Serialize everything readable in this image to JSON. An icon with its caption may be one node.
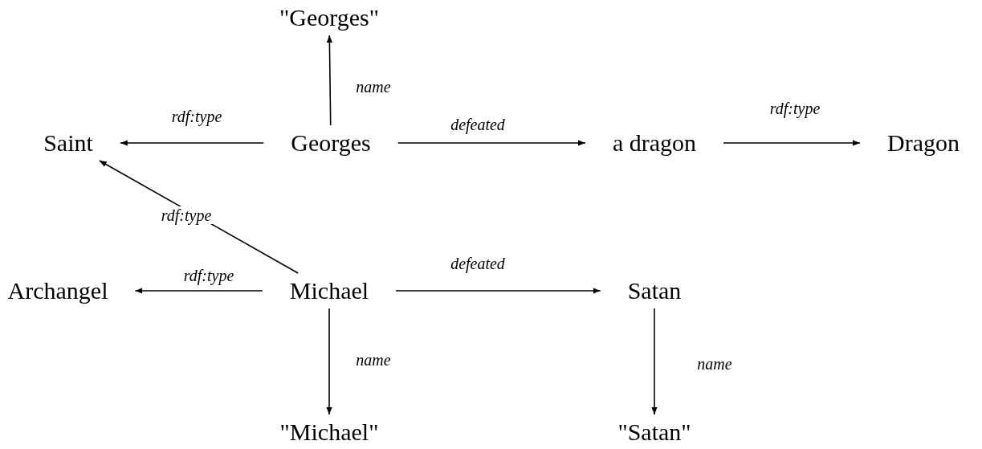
{
  "diagram": {
    "nodes": [
      {
        "text": [
          "\"Georges\""
        ]
      },
      {
        "text": [
          "Saint"
        ]
      },
      {
        "text": [
          "Georges"
        ]
      },
      {
        "text": [
          "a dragon"
        ]
      },
      {
        "text": [
          "Dragon"
        ]
      },
      {
        "text": [
          "Archangel"
        ]
      },
      {
        "text": [
          "Michael"
        ]
      },
      {
        "text": [
          "Satan"
        ]
      },
      {
        "text": [
          "\"Michael\""
        ]
      },
      {
        "text": [
          "\"Satan\""
        ]
      }
    ],
    "edges": [
      {
        "from": 2,
        "to": 0,
        "arrow": "to",
        "label": "name"
      },
      {
        "from": 2,
        "to": 1,
        "arrow": "to",
        "label": "rdf:type"
      },
      {
        "from": 2,
        "to": 3,
        "arrow": "to",
        "label": "defeated"
      },
      {
        "from": 3,
        "to": 4,
        "arrow": "to",
        "label": "rdf:type"
      },
      {
        "from": 6,
        "to": 1,
        "arrow": "to",
        "label": "rdf:type"
      },
      {
        "from": 6,
        "to": 5,
        "arrow": "to",
        "label": "rdf:type"
      },
      {
        "from": 6,
        "to": 7,
        "arrow": "to",
        "label": "defeated"
      },
      {
        "from": 6,
        "to": 8,
        "arrow": "to",
        "label": "name"
      },
      {
        "from": 7,
        "to": 9,
        "arrow": "to",
        "label": "name"
      }
    ]
  }
}
